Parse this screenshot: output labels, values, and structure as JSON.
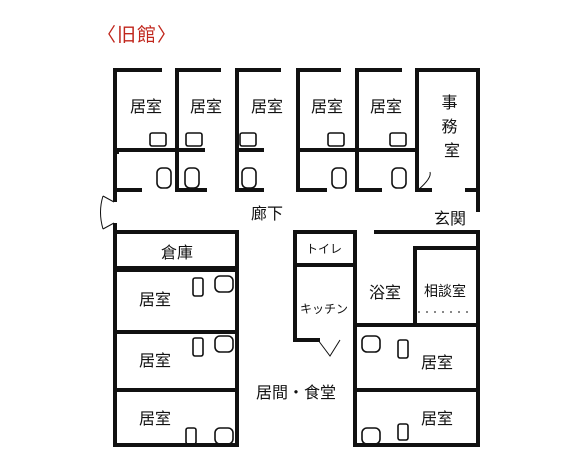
{
  "title": "〈旧館〉",
  "rooms": {
    "top_1": "居室",
    "top_2": "居室",
    "top_3": "居室",
    "top_4": "居室",
    "top_5": "居室",
    "office": "事務室",
    "corridor": "廊下",
    "entrance": "玄関",
    "storage": "倉庫",
    "left_1": "居室",
    "left_2": "居室",
    "left_3": "居室",
    "toilet": "トイレ",
    "kitchen": "キッチン",
    "bath": "浴室",
    "consult": "相談室",
    "right_1": "居室",
    "right_2": "居室",
    "living": "居間・食堂"
  }
}
